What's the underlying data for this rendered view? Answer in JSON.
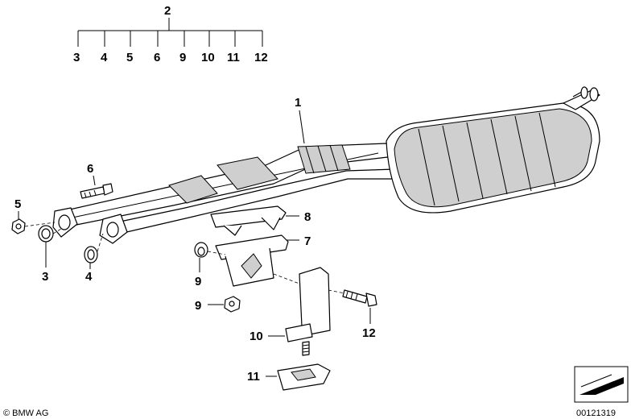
{
  "callouts": {
    "c1": "1",
    "c2": "2",
    "c3a": "3",
    "c4a": "4",
    "c5a": "5",
    "c6a": "6",
    "c9a": "9",
    "c10a": "10",
    "c11a": "11",
    "c12a": "12",
    "c3": "3",
    "c4": "4",
    "c5": "5",
    "c6": "6",
    "c7": "7",
    "c8": "8",
    "c9_top": "9",
    "c9_bot": "9",
    "c10": "10",
    "c11": "11",
    "c12": "12"
  },
  "footer": {
    "copyright": "© BMW AG",
    "diagram_number": "00121319"
  },
  "icons": {
    "corner": "view-orientation-icon"
  }
}
